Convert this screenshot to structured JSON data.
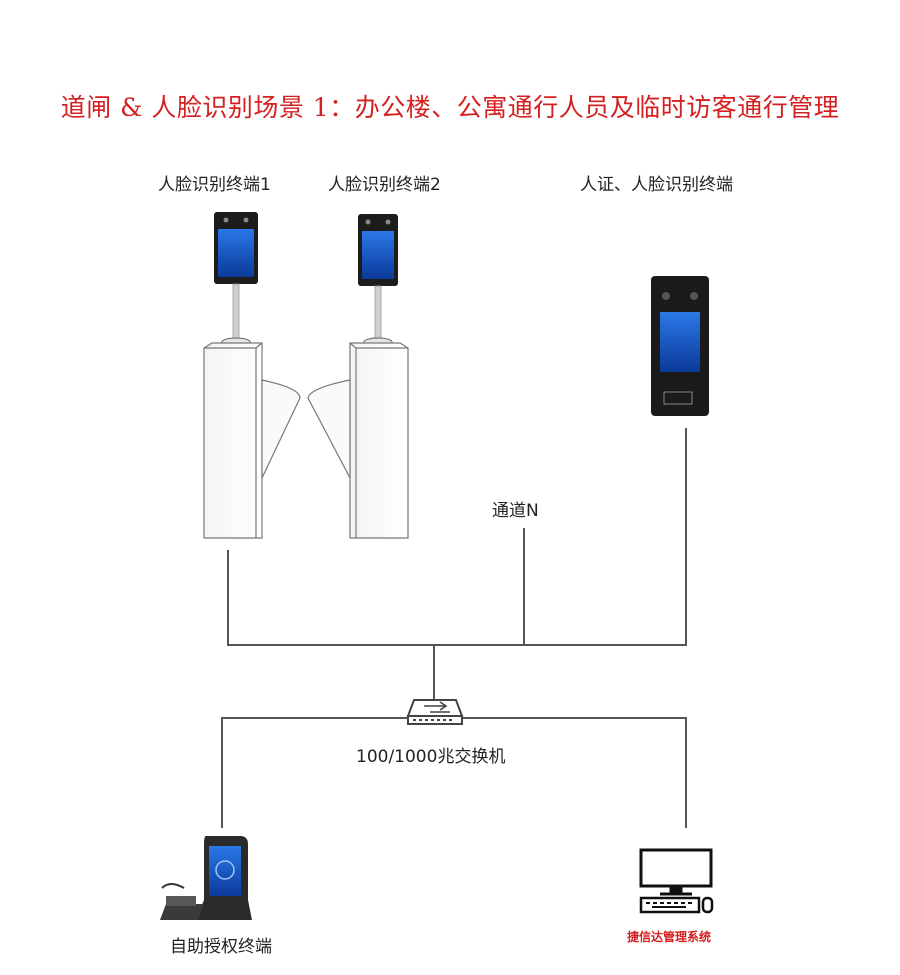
{
  "title": "道闸 & 人脸识别场景 1：办公楼、公寓通行人员及临时访客通行管理",
  "labels": {
    "terminal1": "人脸识别终端1",
    "terminal2": "人脸识别终端2",
    "id_terminal": "人证、人脸识别终端",
    "channel_n": "通道N",
    "switch": "100/1000兆交换机",
    "self_auth": "自助授权终端",
    "mgmt_system": "捷信达管理系统"
  },
  "colors": {
    "title": "#d42020",
    "line": "#555555",
    "screen": "#1a5fd0"
  },
  "icons": [
    "face-terminal-icon",
    "turnstile-gate-icon",
    "id-face-terminal-icon",
    "network-switch-icon",
    "self-auth-kiosk-icon",
    "computer-icon"
  ]
}
